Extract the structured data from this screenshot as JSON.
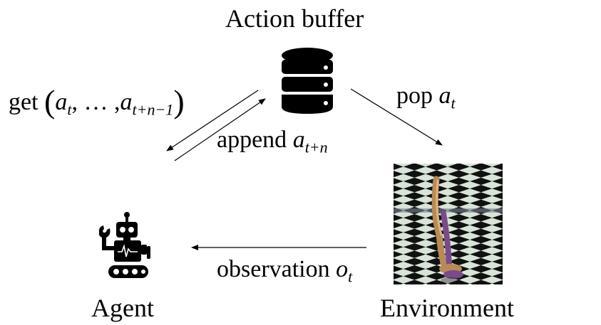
{
  "title": "Action buffer",
  "agent": {
    "label": "Agent",
    "icon": "robot-icon"
  },
  "environment": {
    "label": "Environment",
    "image": "walker-simulation-image"
  },
  "buffer": {
    "icon": "database-icon"
  },
  "edges": {
    "get": {
      "word": "get",
      "open": "(",
      "first": "a",
      "first_sub": "t",
      "ellipsis": ", … ,",
      "last": "a",
      "last_sub": "t+n−1",
      "close": ")"
    },
    "append": {
      "word": "append",
      "var": "a",
      "sub": "t+n"
    },
    "pop": {
      "word": "pop",
      "var": "a",
      "sub": "t"
    },
    "observation": {
      "word": "observation",
      "var": "o",
      "sub": "t"
    }
  },
  "colors": {
    "ink": "#000000",
    "background": "#ffffff",
    "floor_dark": "#111111",
    "floor_light": "#d8e4d8",
    "sky": "#4a5360",
    "body_purple": "#7a4b8a",
    "body_tan": "#b88a55"
  }
}
